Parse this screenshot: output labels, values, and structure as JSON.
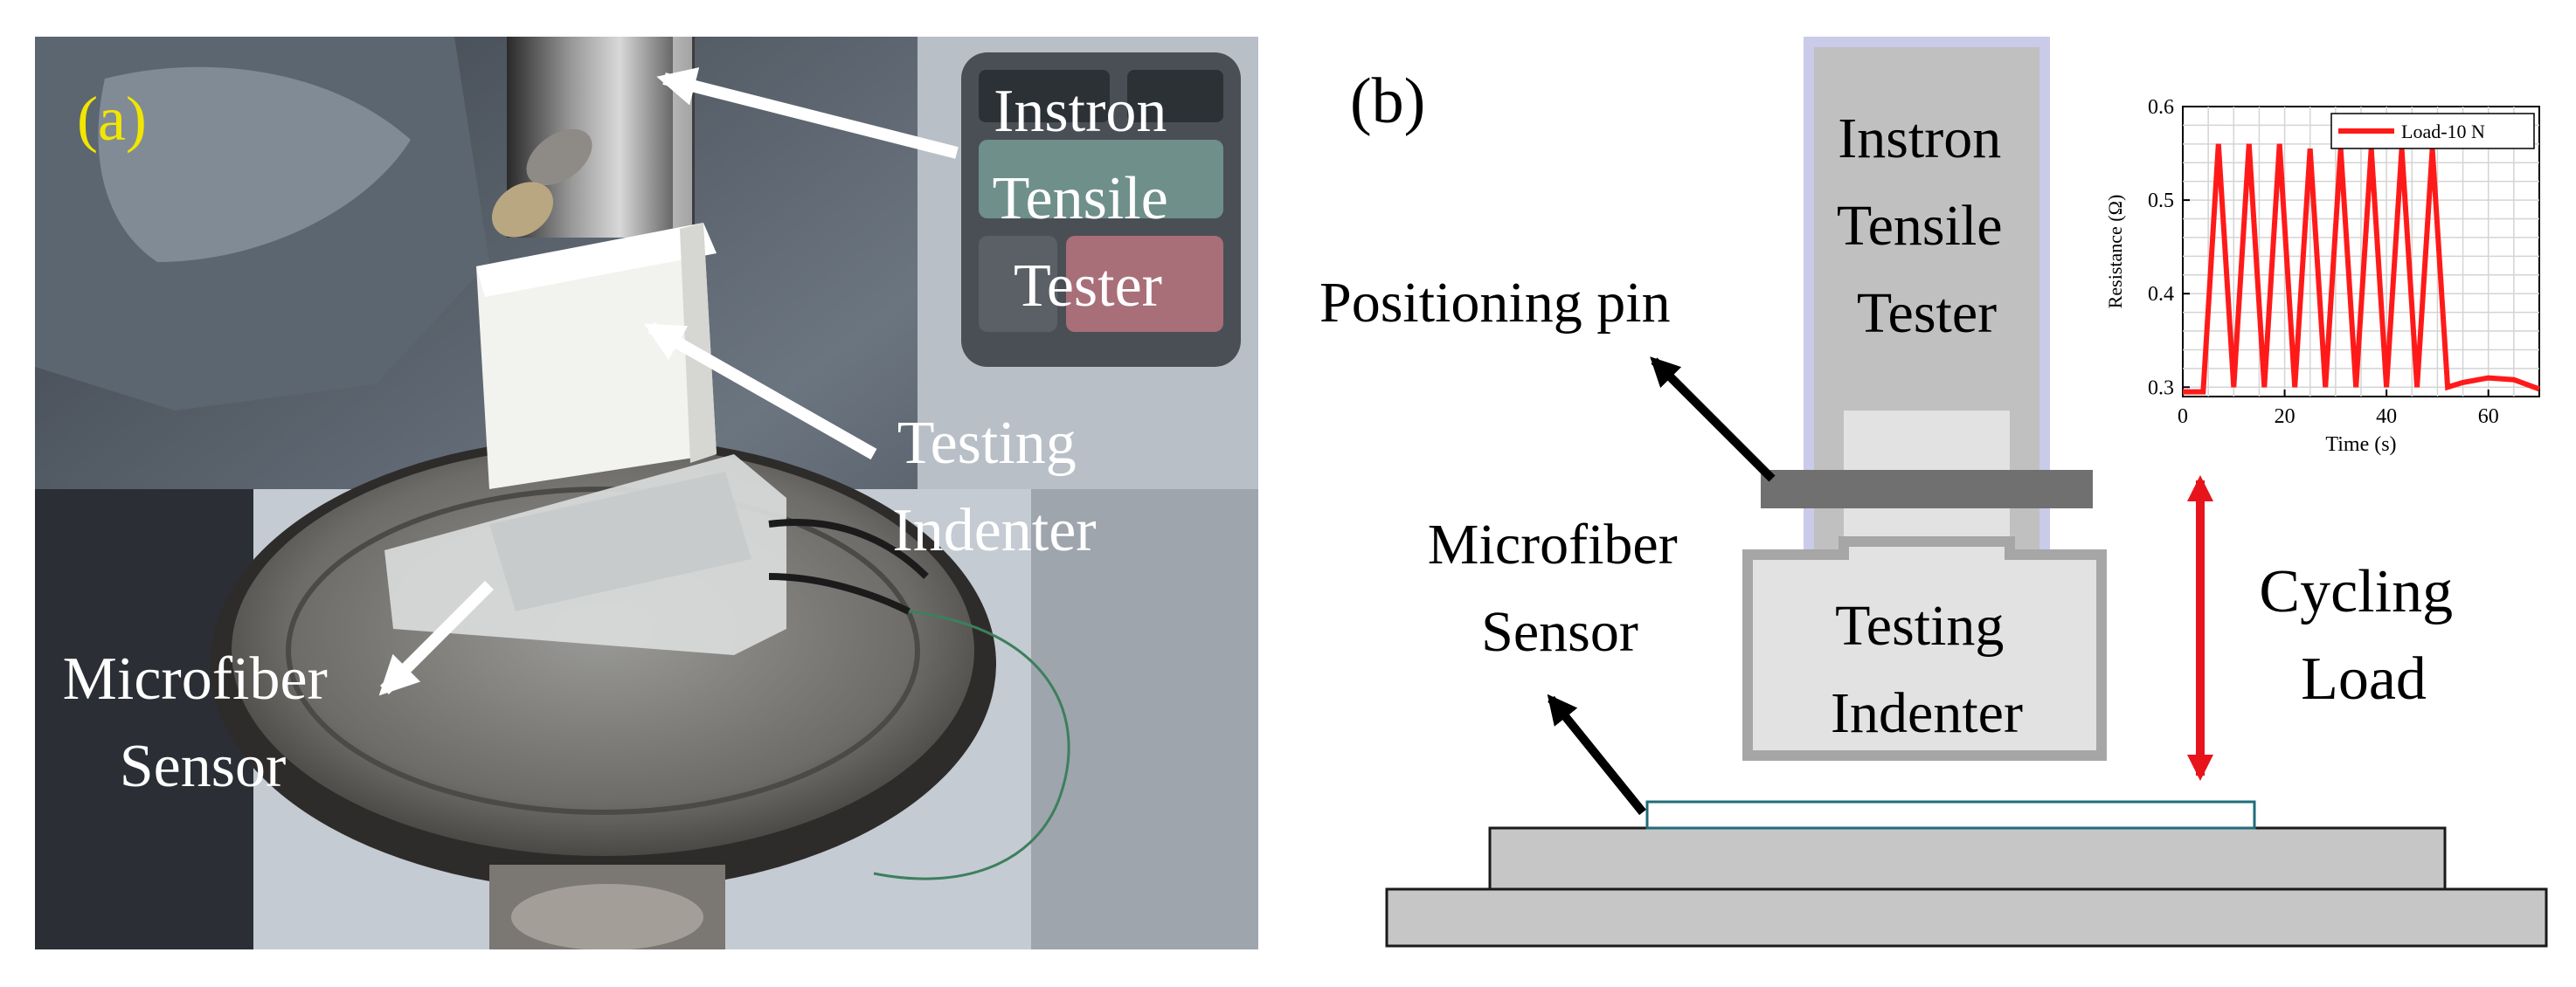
{
  "panel_a": {
    "panel_label": "(a)",
    "instron_label": [
      "Instron",
      "Tensile",
      "Tester"
    ],
    "indenter_label": [
      "Testing",
      "Indenter"
    ],
    "sensor_label": [
      "Microfiber",
      "Sensor"
    ]
  },
  "panel_b": {
    "panel_label": "(b)",
    "instron_label": [
      "Instron",
      "Tensile",
      "Tester"
    ],
    "positioning_pin_label": "Positioning pin",
    "sensor_label": [
      "Microfiber",
      "Sensor"
    ],
    "indenter_label": [
      "Testing",
      "Indenter"
    ],
    "cycling_label": [
      "Cycling",
      "Load"
    ]
  },
  "colors": {
    "panel_a_label": "#f2e600",
    "load_arrow": "#e8141c",
    "series_line": "#ff1a1a",
    "tester_fill": "#c0c0c0",
    "tester_border": "#c9cbe8",
    "indenter_fill": "#e2e2e2",
    "pin_fill": "#707070",
    "base_fill": "#c6c6c6"
  },
  "chart_data": {
    "type": "line",
    "title": "",
    "xlabel": "Time (s)",
    "ylabel": "Resistance (Ω)",
    "xlim": [
      0,
      70
    ],
    "ylim": [
      0.29,
      0.6
    ],
    "xticks": [
      "0",
      "20",
      "40",
      "60"
    ],
    "yticks": [
      "0.3",
      "0.4",
      "0.5",
      "0.6"
    ],
    "grid": true,
    "legend_position": "top-right",
    "series": [
      {
        "name": "Load-10 N",
        "x": [
          0,
          4,
          7,
          10,
          13,
          16,
          19,
          22,
          25,
          28,
          31,
          34,
          37,
          40,
          43,
          46,
          49,
          52,
          55,
          60,
          65,
          70
        ],
        "y": [
          0.295,
          0.295,
          0.56,
          0.3,
          0.56,
          0.3,
          0.56,
          0.3,
          0.555,
          0.3,
          0.555,
          0.3,
          0.555,
          0.3,
          0.555,
          0.3,
          0.555,
          0.3,
          0.305,
          0.31,
          0.308,
          0.298
        ]
      }
    ]
  }
}
